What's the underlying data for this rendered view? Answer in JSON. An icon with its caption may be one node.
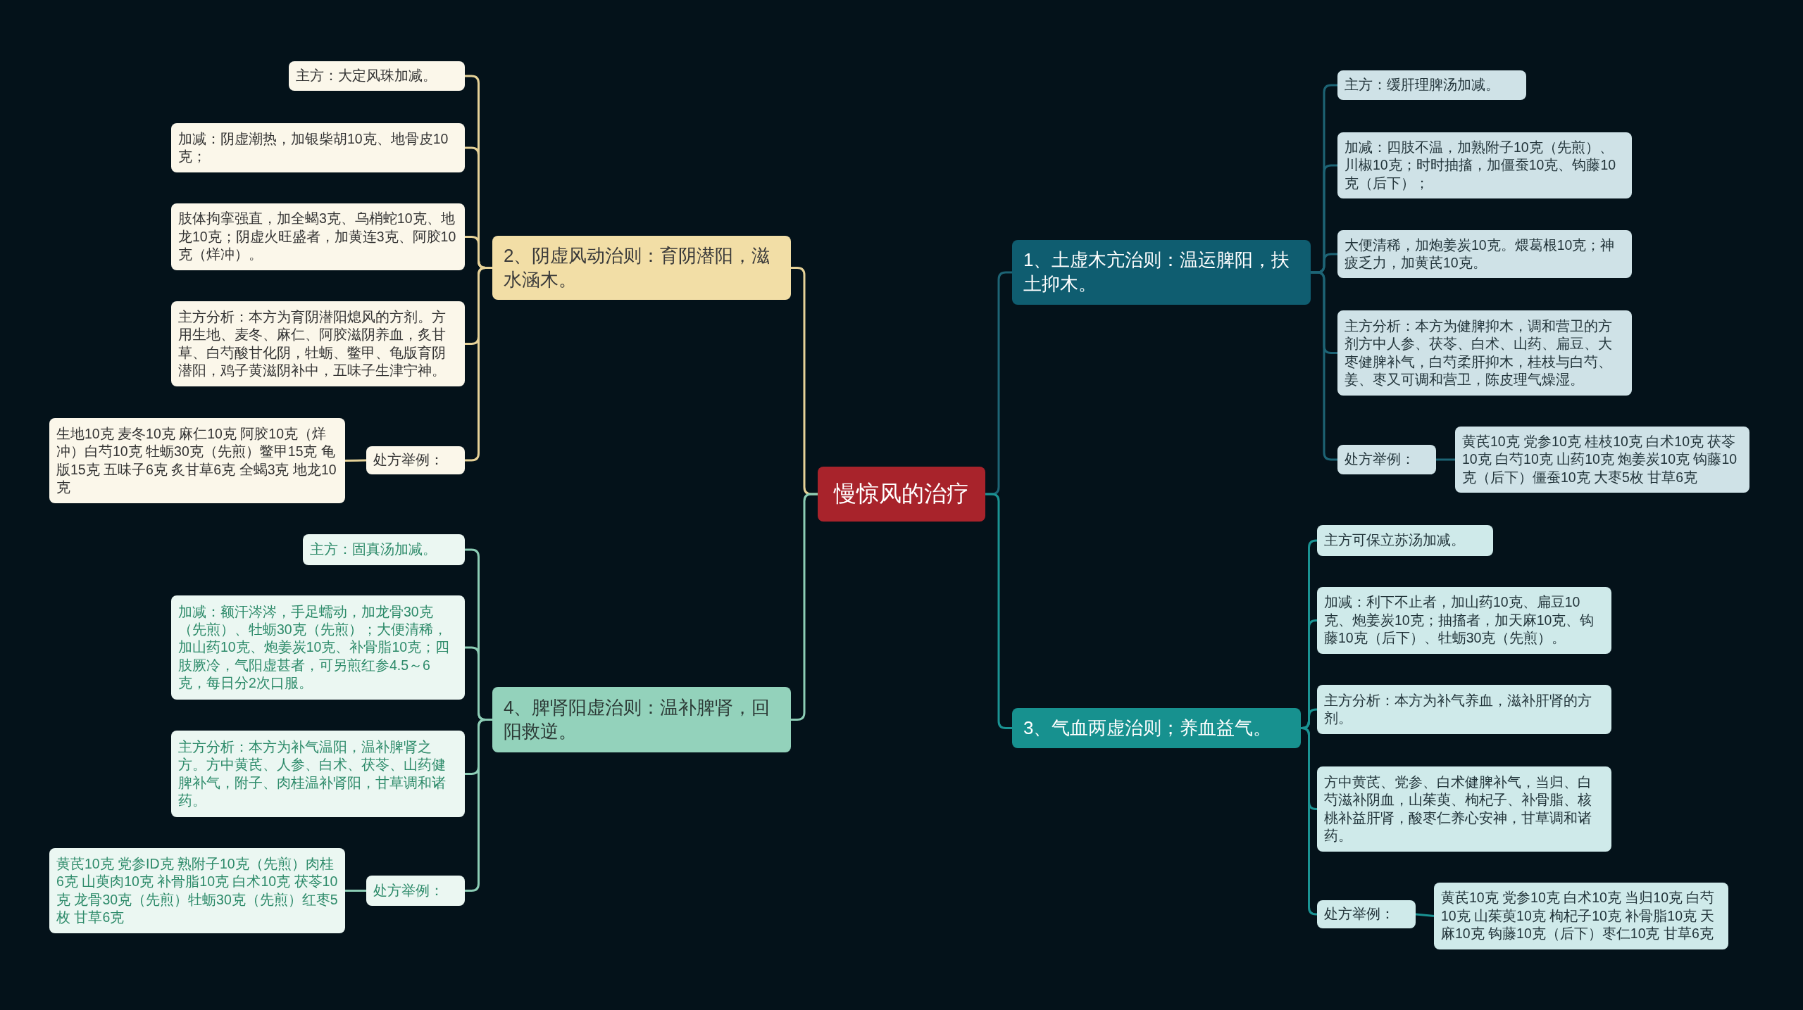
{
  "diagram": {
    "nodes": [
      {
        "text": [
          "慢惊风的治疗"
        ]
      },
      {
        "text": [
          "1、土虚木亢治则：温运脾阳，扶土抑木。"
        ]
      },
      {
        "text": [
          "主方：缓肝理脾汤加减。"
        ]
      },
      {
        "text": [
          "加减：四肢不温，加熟附子10克（先煎）、川椒10克；时时抽搐，加僵蚕10克、钩藤10克（后下）；"
        ]
      },
      {
        "text": [
          "大便清稀，加炮姜炭10克。煨葛根10克；神疲乏力，加黄芪10克。"
        ]
      },
      {
        "text": [
          "主方分析：本方为健脾抑木，调和营卫的方剂方中人参、茯苓、白术、山药、扁豆、大枣健脾补气，白芍柔肝抑木，桂枝与白芍、姜、枣又可调和营卫，陈皮理气燥湿。"
        ]
      },
      {
        "text": [
          "处方举例："
        ]
      },
      {
        "text": [
          "黄芪10克 党参10克 桂枝10克 白术10克 茯苓10克 白芍10克 山药10克 炮姜炭10克 钩藤10克（后下）僵蚕10克 大枣5枚 甘草6克"
        ]
      },
      {
        "text": [
          "3、气血两虚治则；养血益气。"
        ]
      },
      {
        "text": [
          "主方可保立苏汤加减。"
        ]
      },
      {
        "text": [
          "加减：利下不止者，加山药10克、扁豆10克、炮姜炭10克；抽搐者，加天麻10克、钩藤10克（后下）、牡蛎30克（先煎）。"
        ]
      },
      {
        "text": [
          "主方分析：本方为补气养血，滋补肝肾的方剂。"
        ]
      },
      {
        "text": [
          "方中黄芪、党参、白术健脾补气，当归、白芍滋补阴血，山茱萸、枸杞子、补骨脂、核桃补益肝肾，酸枣仁养心安神，甘草调和诸药。"
        ]
      },
      {
        "text": [
          "处方举例："
        ]
      },
      {
        "text": [
          "黄芪10克 党参10克 白术10克 当归10克 白芍10克 山茱萸10克 枸杞子10克 补骨脂10克 天麻10克 钩藤10克（后下）枣仁10克 甘草6克"
        ]
      },
      {
        "text": [
          "2、阴虚风动治则：育阴潜阳，滋水涵木。"
        ]
      },
      {
        "text": [
          "主方：大定风珠加减。"
        ]
      },
      {
        "text": [
          "加减：阴虚潮热，加银柴胡10克、地骨皮10克；"
        ]
      },
      {
        "text": [
          "肢体拘挛强直，加全蝎3克、乌梢蛇10克、地龙10克；阴虚火旺盛者，加黄连3克、阿胶10克（烊冲）。"
        ]
      },
      {
        "text": [
          "主方分析：本方为育阴潜阳熄风的方剂。方用生地、麦冬、麻仁、阿胶滋阴养血，炙甘草、白芍酸甘化阴，牡蛎、鳖甲、龟版育阴潜阳，鸡子黄滋阴补中，五味子生津宁神。"
        ]
      },
      {
        "text": [
          "处方举例："
        ]
      },
      {
        "text": [
          "生地10克 麦冬10克 麻仁10克 阿胶10克（烊冲）白芍10克 牡蛎30克（先煎）鳖甲15克 龟版15克 五味子6克 炙甘草6克 全蝎3克 地龙10克"
        ]
      },
      {
        "text": [
          "4、脾肾阳虚治则：温补脾肾，回阳救逆。"
        ]
      },
      {
        "text": [
          "主方：固真汤加减。"
        ]
      },
      {
        "text": [
          "加减：额汗涔涔，手足蠕动，加龙骨30克（先煎）、牡蛎30克（先煎）；大便清稀，加山药10克、炮姜炭10克、补骨脂10克；四肢厥冷，气阳虚甚者，可另煎红参4.5～6克，每日分2次口服。"
        ]
      },
      {
        "text": [
          "主方分析：本方为补气温阳，温补脾肾之方。方中黄芪、人参、白术、茯苓、山药健脾补气，附子、肉桂温补肾阳，甘草调和诸药。"
        ]
      },
      {
        "text": [
          "处方举例："
        ]
      },
      {
        "text": [
          "黄芪10克 党参ID克 熟附子10克（先煎）肉桂6克 山萸肉10克 补骨脂10克 白术10克 茯苓10克 龙骨30克（先煎）牡蛎30克（先煎）红枣5枚 甘草6克"
        ]
      }
    ],
    "edges": [
      {
        "from": 0,
        "to": 1,
        "arrow": "none",
        "color": "#1d6475"
      },
      {
        "from": 0,
        "to": 8,
        "arrow": "none",
        "color": "#1a9393"
      },
      {
        "from": 0,
        "to": 15,
        "arrow": "none",
        "color": "#e6d298"
      },
      {
        "from": 0,
        "to": 22,
        "arrow": "none",
        "color": "#8ccdb5"
      },
      {
        "from": 1,
        "to": 2,
        "arrow": "none",
        "color": "#1d6475"
      },
      {
        "from": 1,
        "to": 3,
        "arrow": "none",
        "color": "#1d6475"
      },
      {
        "from": 1,
        "to": 4,
        "arrow": "none",
        "color": "#1d6475"
      },
      {
        "from": 1,
        "to": 5,
        "arrow": "none",
        "color": "#1d6475"
      },
      {
        "from": 1,
        "to": 6,
        "arrow": "none",
        "color": "#1d6475"
      },
      {
        "from": 6,
        "to": 7,
        "arrow": "none",
        "color": "#1d6475"
      },
      {
        "from": 8,
        "to": 9,
        "arrow": "none",
        "color": "#1a9393"
      },
      {
        "from": 8,
        "to": 10,
        "arrow": "none",
        "color": "#1a9393"
      },
      {
        "from": 8,
        "to": 11,
        "arrow": "none",
        "color": "#1a9393"
      },
      {
        "from": 8,
        "to": 12,
        "arrow": "none",
        "color": "#1a9393"
      },
      {
        "from": 8,
        "to": 13,
        "arrow": "none",
        "color": "#1a9393"
      },
      {
        "from": 13,
        "to": 14,
        "arrow": "none",
        "color": "#1a9393"
      },
      {
        "from": 15,
        "to": 16,
        "arrow": "none",
        "color": "#e6d298"
      },
      {
        "from": 15,
        "to": 17,
        "arrow": "none",
        "color": "#e6d298"
      },
      {
        "from": 15,
        "to": 18,
        "arrow": "none",
        "color": "#e6d298"
      },
      {
        "from": 15,
        "to": 19,
        "arrow": "none",
        "color": "#e6d298"
      },
      {
        "from": 15,
        "to": 20,
        "arrow": "none",
        "color": "#e6d298"
      },
      {
        "from": 20,
        "to": 21,
        "arrow": "none",
        "color": "#e6d298"
      },
      {
        "from": 22,
        "to": 23,
        "arrow": "none",
        "color": "#8ccdb5"
      },
      {
        "from": 22,
        "to": 24,
        "arrow": "none",
        "color": "#8ccdb5"
      },
      {
        "from": 22,
        "to": 25,
        "arrow": "none",
        "color": "#8ccdb5"
      },
      {
        "from": 22,
        "to": 26,
        "arrow": "none",
        "color": "#8ccdb5"
      },
      {
        "from": 26,
        "to": 27,
        "arrow": "none",
        "color": "#8ccdb5"
      }
    ]
  }
}
